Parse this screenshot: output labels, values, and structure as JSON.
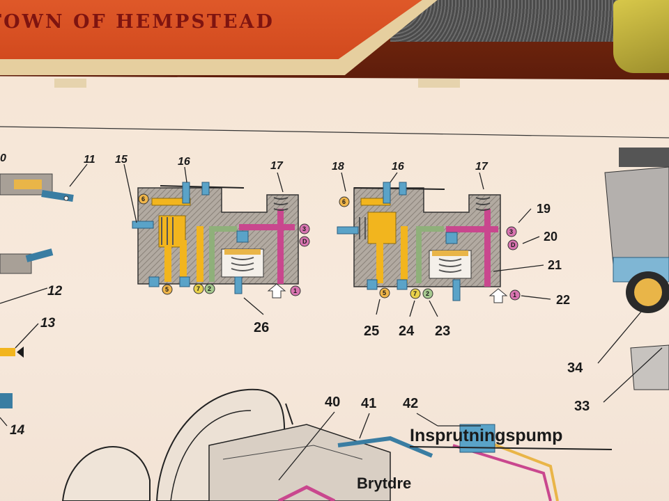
{
  "sign": {
    "text": "TOWN OF HEMPSTEAD"
  },
  "poster": {
    "title": "Insprutningspump",
    "subtitle": "Brytdre",
    "callouts": {
      "c10": "0",
      "c11": "11",
      "c12": "12",
      "c13": "13",
      "c14": "14",
      "c15": "15",
      "c16a": "16",
      "c17a": "17",
      "c26": "26",
      "c18": "18",
      "c16b": "16",
      "c17b": "17",
      "c19": "19",
      "c20": "20",
      "c21": "21",
      "c22": "22",
      "c25": "25",
      "c24": "24",
      "c23": "23",
      "c34": "34",
      "c33": "33",
      "c40": "40",
      "c41": "41",
      "c42": "42"
    },
    "badges": {
      "left": {
        "b6": "6",
        "b3": "3",
        "bD": "D",
        "b5": "5",
        "b7": "7",
        "b2": "2",
        "b1": "1"
      },
      "right": {
        "b6": "6",
        "b3": "3",
        "bD": "D",
        "b5": "5",
        "b7": "7",
        "b2": "2",
        "b1": "1"
      }
    }
  },
  "colors": {
    "housing": "#a8a097",
    "fuel_yellow": "#f2b51e",
    "fuel_magenta": "#c9478e",
    "fuel_green": "#8fb07a",
    "metal_blue": "#5aa3c8",
    "badge_orange": "#f0b64a",
    "badge_yellow": "#e9d14a",
    "badge_green": "#a6c98f",
    "badge_pink": "#d874b0"
  }
}
